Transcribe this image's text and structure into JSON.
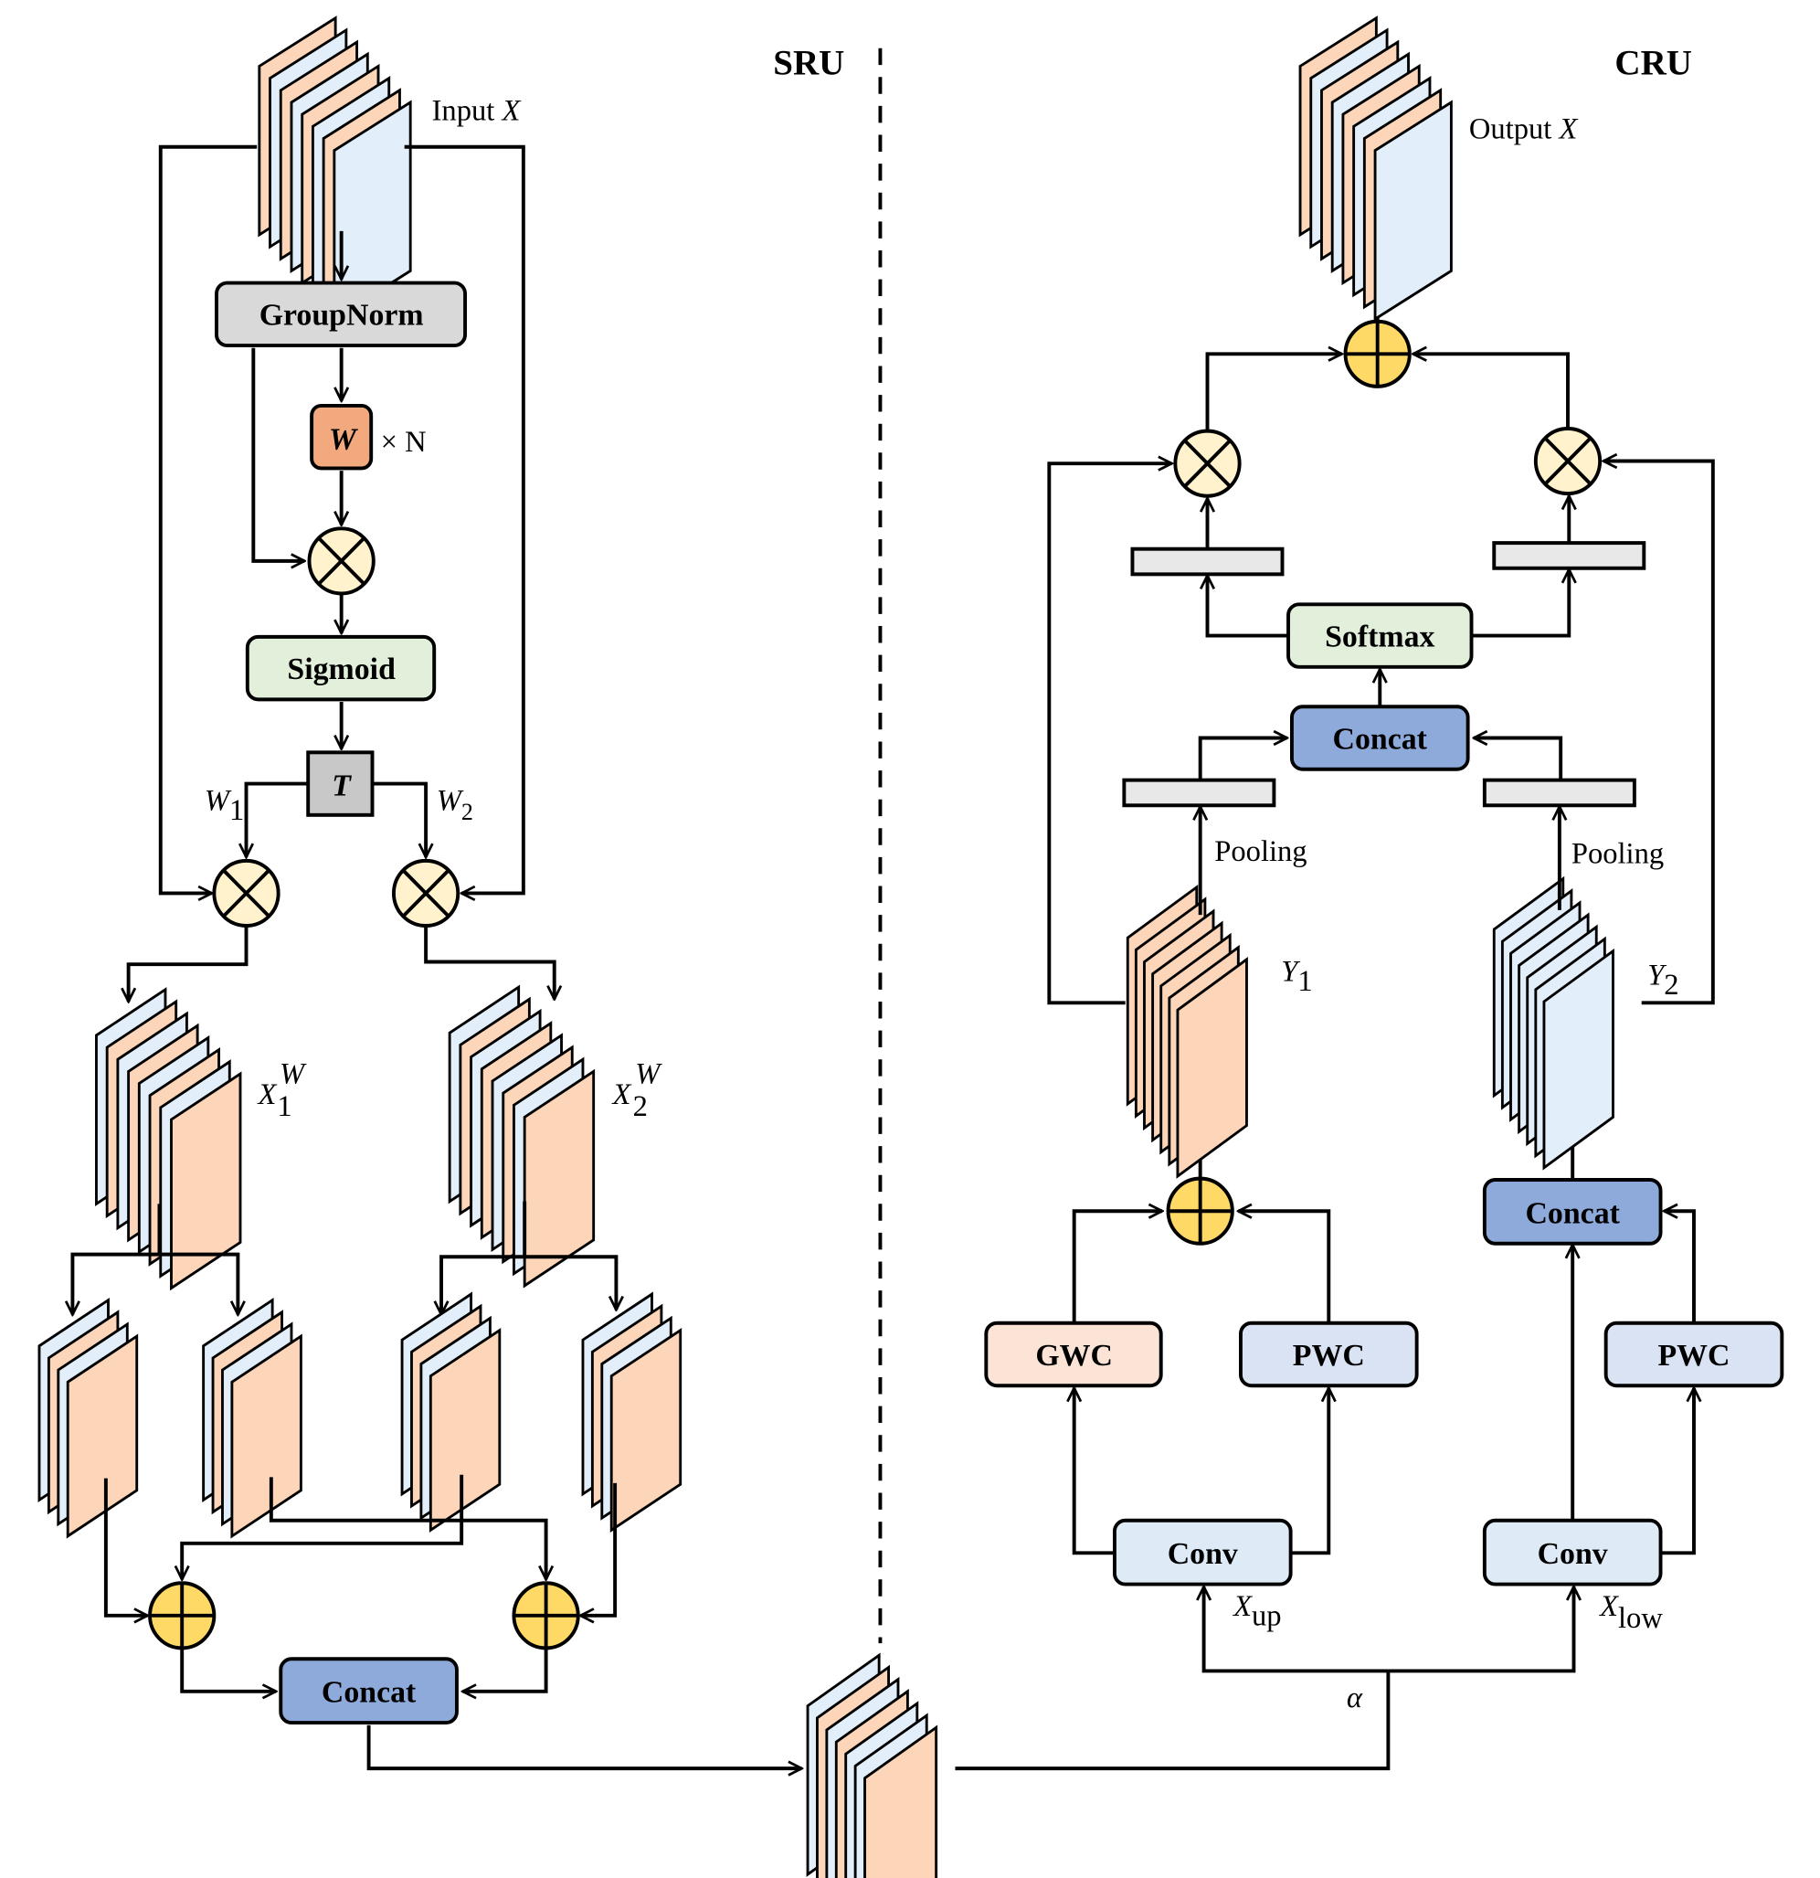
{
  "sections": {
    "left": "SRU",
    "right": "CRU"
  },
  "colors": {
    "groupnorm": "#d9d9d9",
    "weight": "#f2a97e",
    "sigmoid": "#e2efda",
    "threshold": "#c8c8c8",
    "concat": "#8eaadb",
    "softmax": "#e2efda",
    "gwc": "#fbe3d6",
    "pwc": "#dae3f3",
    "conv": "#deebf7",
    "multiply_node": "#fff2cc",
    "add_node": "#ffd966",
    "bar": "#e8e8e8",
    "feature_orange": "#fdd5b8",
    "feature_blue": "#e3eefb"
  },
  "sru": {
    "input_label": "Input",
    "input_var": "X",
    "groupnorm": "GroupNorm",
    "weight": "W",
    "weight_repeat": "× N",
    "sigmoid": "Sigmoid",
    "threshold": "T",
    "w1": "W",
    "w1_sub": "1",
    "w2": "W",
    "w2_sub": "2",
    "x1w": "X",
    "x1w_sub": "1",
    "x1w_sup": "W",
    "x2w": "X",
    "x2w_sub": "2",
    "x2w_sup": "W",
    "concat": "Concat"
  },
  "cru": {
    "output_label": "Output",
    "output_var": "X",
    "softmax": "Softmax",
    "concat_top": "Concat",
    "pooling_left": "Pooling",
    "pooling_right": "Pooling",
    "y1": "Y",
    "y1_sub": "1",
    "y2": "Y",
    "y2_sub": "2",
    "concat_low": "Concat",
    "gwc": "GWC",
    "pwc_up": "PWC",
    "pwc_low": "PWC",
    "conv_up": "Conv",
    "conv_low": "Conv",
    "xup": "X",
    "xup_sub": "up",
    "xlow": "X",
    "xlow_sub": "low",
    "alpha": "α"
  }
}
